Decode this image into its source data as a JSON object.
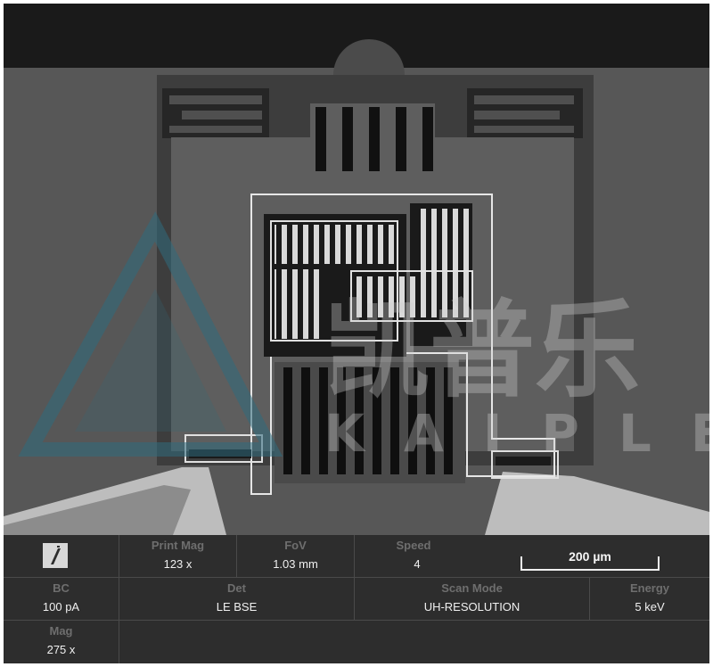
{
  "watermark": {
    "brand_chinese": "凯普乐",
    "brand_latin": "KAIPLE"
  },
  "info_panel": {
    "logo_icon": "slash-logo-icon",
    "print_mag": {
      "label": "Print Mag",
      "value": "123 x"
    },
    "fov": {
      "label": "FoV",
      "value": "1.03 mm"
    },
    "speed": {
      "label": "Speed",
      "value": "4"
    },
    "scale_bar": {
      "label": "200 µm"
    },
    "bc": {
      "label": "BC",
      "value": "100 pA"
    },
    "det": {
      "label": "Det",
      "value": "LE BSE"
    },
    "scan_mode": {
      "label": "Scan Mode",
      "value": "UH-RESOLUTION"
    },
    "energy": {
      "label": "Energy",
      "value": "5 keV"
    },
    "mag": {
      "label": "Mag",
      "value": "275 x"
    }
  },
  "colors": {
    "panel_bg": "#2d2d2d",
    "label_gray": "#6e6e6e",
    "value_white": "#f0f0f0",
    "watermark_teal": "#2f6b7e"
  }
}
